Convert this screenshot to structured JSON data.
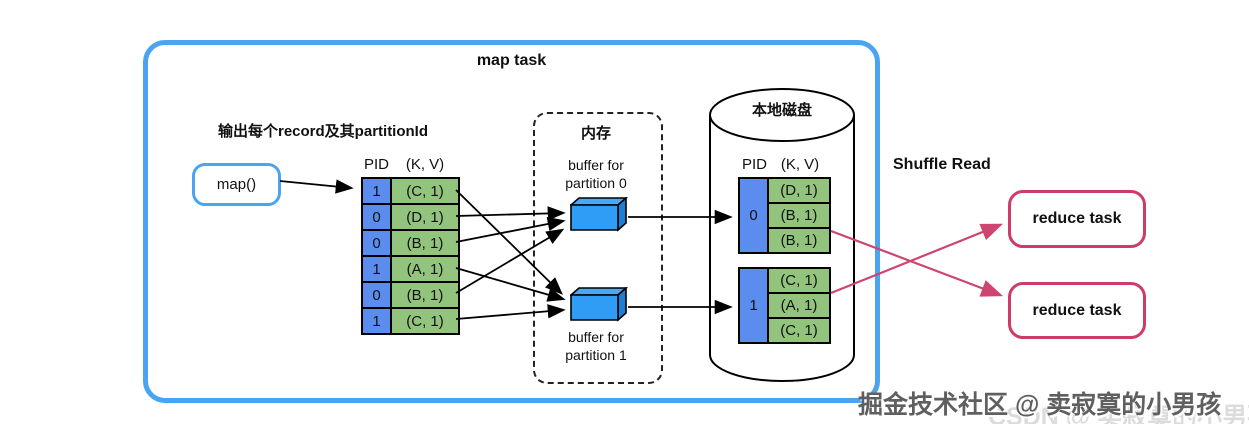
{
  "map_task": {
    "label": "map task",
    "output_label": "输出每个record及其partitionId",
    "map_fn_label": "map()",
    "table": {
      "pid_header": "PID",
      "kv_header": "(K, V)",
      "rows": [
        {
          "pid": "1",
          "kv": "(C, 1)"
        },
        {
          "pid": "0",
          "kv": "(D, 1)"
        },
        {
          "pid": "0",
          "kv": "(B, 1)"
        },
        {
          "pid": "1",
          "kv": "(A, 1)"
        },
        {
          "pid": "0",
          "kv": "(B, 1)"
        },
        {
          "pid": "1",
          "kv": "(C, 1)"
        }
      ]
    },
    "memory": {
      "title": "内存",
      "buffers": [
        {
          "line1": "buffer for",
          "line2": "partition 0"
        },
        {
          "line1": "buffer for",
          "line2": "partition 1"
        }
      ]
    },
    "disk": {
      "title": "本地磁盘",
      "pid_header": "PID",
      "kv_header": "(K, V)",
      "groups": [
        {
          "pid": "0",
          "rows": [
            "(D, 1)",
            "(B, 1)",
            "(B, 1)"
          ]
        },
        {
          "pid": "1",
          "rows": [
            "(C, 1)",
            "(A, 1)",
            "(C, 1)"
          ]
        }
      ]
    }
  },
  "shuffle_read_label": "Shuffle Read",
  "reduce_tasks": [
    {
      "label": "reduce task"
    },
    {
      "label": "reduce task"
    }
  ],
  "watermark": {
    "main": "掘金技术社区 @ 卖寂寞的小男孩",
    "ghost": "CSDN @ 卖寂寞的小男孩"
  },
  "colors": {
    "container_border": "#4aa4f0",
    "pid_cell_blue": "#5b8dee",
    "kv_cell_green": "#93c47d",
    "buffer_front_blue": "#2f9df5",
    "buffer_top_blue": "#4aa9f7",
    "buffer_side_blue": "#1c7fd6",
    "reduce_border_pink": "#cd3c67",
    "shuffle_arrow_pink": "#cd4570",
    "arrow_black": "#000000"
  }
}
